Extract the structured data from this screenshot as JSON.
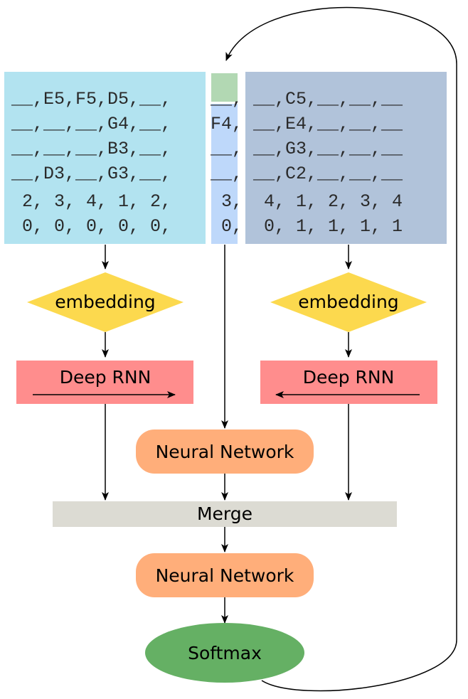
{
  "left_context": {
    "rows": [
      "__,E5,F5,D5,__,",
      "__,__,__,G4,__,",
      "__,__,__,B3,__,",
      "__,D3,__,G3,__,",
      " 2, 3, 4, 1, 2,",
      " 0, 0, 0, 0, 0,"
    ]
  },
  "center_column": {
    "rows": [
      "__,",
      "F4,",
      "__,",
      "__,",
      " 3,",
      " 0,"
    ]
  },
  "right_context": {
    "rows": [
      "__,C5,__,__,__",
      "__,E4,__,__,__",
      "__,G3,__,__,__",
      "__,C2,__,__,__",
      " 4, 1, 2, 3, 4",
      " 0, 1, 1, 1, 1"
    ]
  },
  "nodes": {
    "embedding_left": "embedding",
    "embedding_right": "embedding",
    "rnn_left": "Deep RNN",
    "rnn_right": "Deep RNN",
    "nn_top": "Neural Network",
    "merge": "Merge",
    "nn_bottom": "Neural Network",
    "softmax": "Softmax"
  },
  "colors": {
    "left_context": "#b2e3f0",
    "center_column": "#bed8fa",
    "center_target": "#b2d8b3",
    "right_context": "#b1c3da",
    "embedding": "#fcd94e",
    "deep_rnn": "#ff8d8d",
    "neural_network": "#ffae7a",
    "merge": "#dcdbd3",
    "softmax": "#65b064",
    "arrow": "#000000"
  }
}
